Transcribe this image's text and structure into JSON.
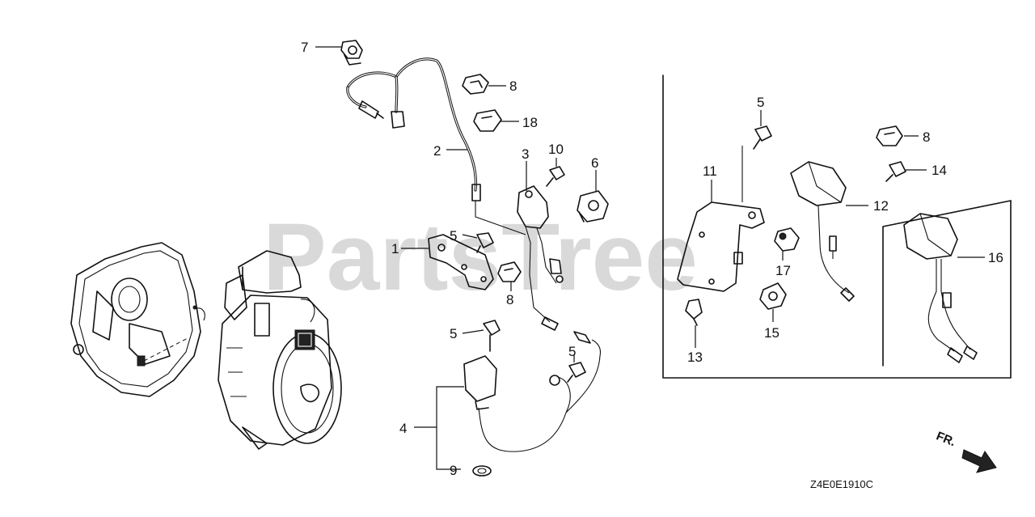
{
  "watermark": "PartsTree",
  "diagram_code": "Z4E0E1910C",
  "direction_label": "FR.",
  "callouts": {
    "c1": "1",
    "c2": "2",
    "c3": "3",
    "c4": "4",
    "c5a": "5",
    "c5b": "5",
    "c5c": "5",
    "c5d": "5",
    "c6": "6",
    "c7": "7",
    "c8a": "8",
    "c8b": "8",
    "c8c": "8",
    "c9": "9",
    "c10": "10",
    "c11": "11",
    "c12": "12",
    "c13": "13",
    "c14": "14",
    "c15": "15",
    "c16": "16",
    "c17": "17",
    "c18": "18"
  }
}
